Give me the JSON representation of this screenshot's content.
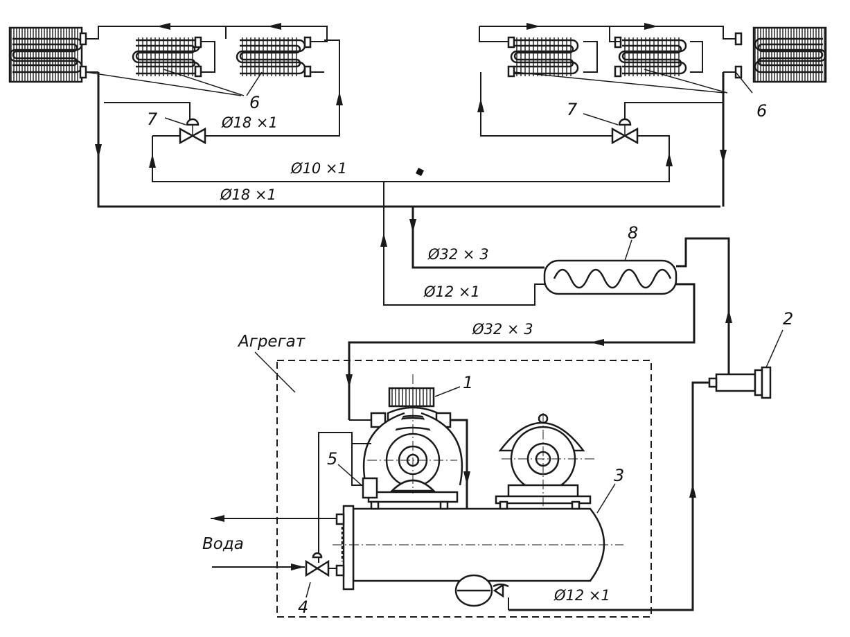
{
  "labels": {
    "unit": "Агрегат",
    "water": "Вода",
    "n1": "1",
    "n2": "2",
    "n3": "3",
    "n4": "4",
    "n5": "5",
    "n6_left": "6",
    "n6_right": "6",
    "n7_left": "7",
    "n7_right": "7",
    "n8": "8"
  },
  "dimensions": {
    "pipe_top_right": "Ø18 ×1",
    "pipe_liquid_main": "Ø10 ×1",
    "pipe_suction_main": "Ø18 ×1",
    "pipe_to_exchanger": "Ø32 × 3",
    "pipe_liquid_to_exchanger": "Ø12 ×1",
    "pipe_suction_to_compressor": "Ø32 × 3",
    "pipe_receiver_out": "Ø12 ×1"
  }
}
